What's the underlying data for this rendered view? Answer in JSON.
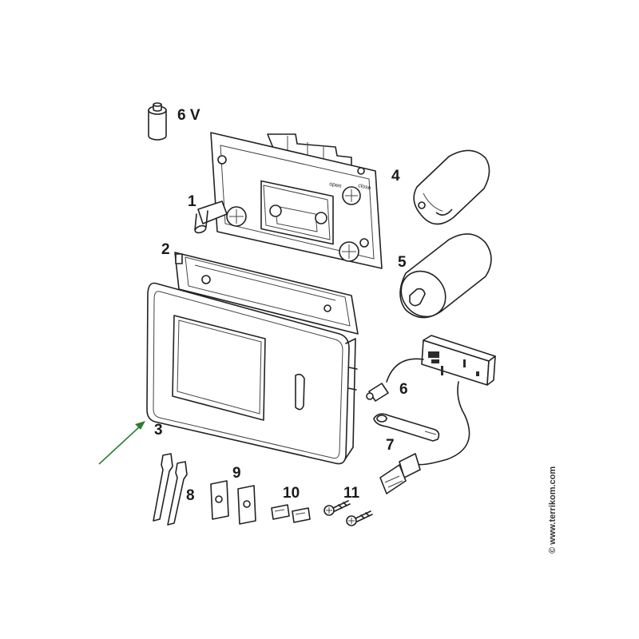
{
  "labels": {
    "battery": "6 V",
    "part1": "1",
    "part2": "2",
    "part3": "3",
    "part4": "4",
    "part5": "5",
    "part6": "6",
    "part7": "7",
    "part8": "8",
    "part9": "9",
    "part10": "10",
    "part11": "11"
  },
  "watermark": "© www.terrikom.com",
  "colors": {
    "line": "#222222",
    "arrow": "#2e7d32"
  }
}
